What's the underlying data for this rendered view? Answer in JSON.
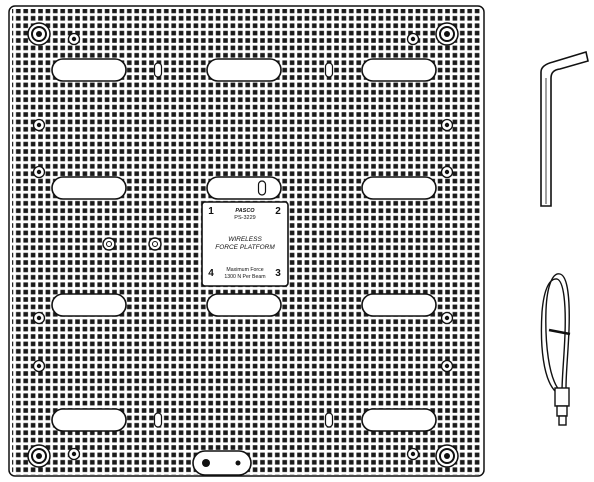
{
  "platform": {
    "brand": "PASCO",
    "model": "PS-3229",
    "name_line1": "WIRELESS",
    "name_line2": "FORCE PLATFORM",
    "max_force_line1": "Maximum Force",
    "max_force_line2": "1300 N Per Beam",
    "corner_numbers": [
      "1",
      "2",
      "3",
      "4"
    ]
  },
  "accessories": {
    "items": [
      "hex-key",
      "usb-cable"
    ]
  },
  "colors": {
    "background": "#ffffff",
    "ink": "#111111",
    "plate": "#ffffff"
  }
}
